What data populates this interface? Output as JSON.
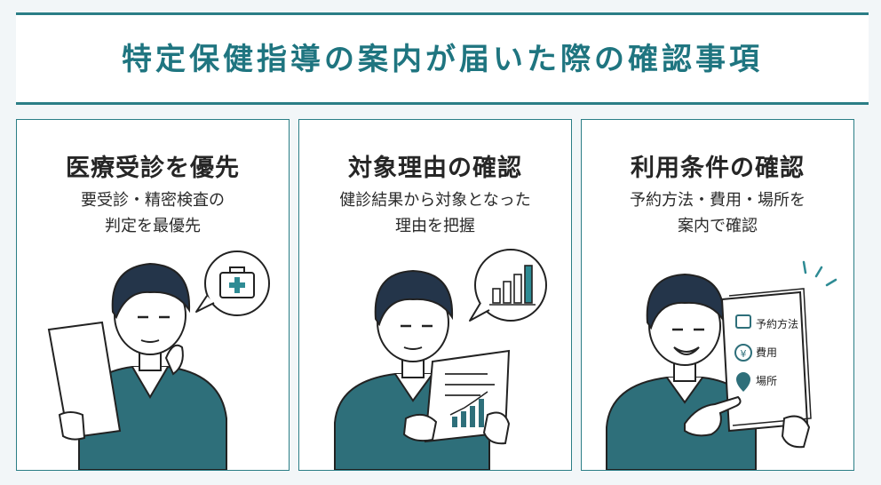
{
  "title": "特定保健指導の案内が届いた際の確認事項",
  "colors": {
    "accent": "#2b7e86",
    "sweater": "#2e6f7a",
    "hair": "#24354a"
  },
  "panels": [
    {
      "heading": "医療受診を優先",
      "lines": [
        "要受診・精密検査の",
        "判定を最優先"
      ],
      "icon": "medical-box-icon"
    },
    {
      "heading": "対象理由の確認",
      "lines": [
        "健診結果から対象となった",
        "理由を把握"
      ],
      "icon": "bar-chart-icon"
    },
    {
      "heading": "利用条件の確認",
      "lines": [
        "予約方法・費用・場所を",
        "案内で確認"
      ],
      "icon": "checklist-document-icon",
      "checklist": [
        "予約方法",
        "費用",
        "場所"
      ]
    }
  ]
}
